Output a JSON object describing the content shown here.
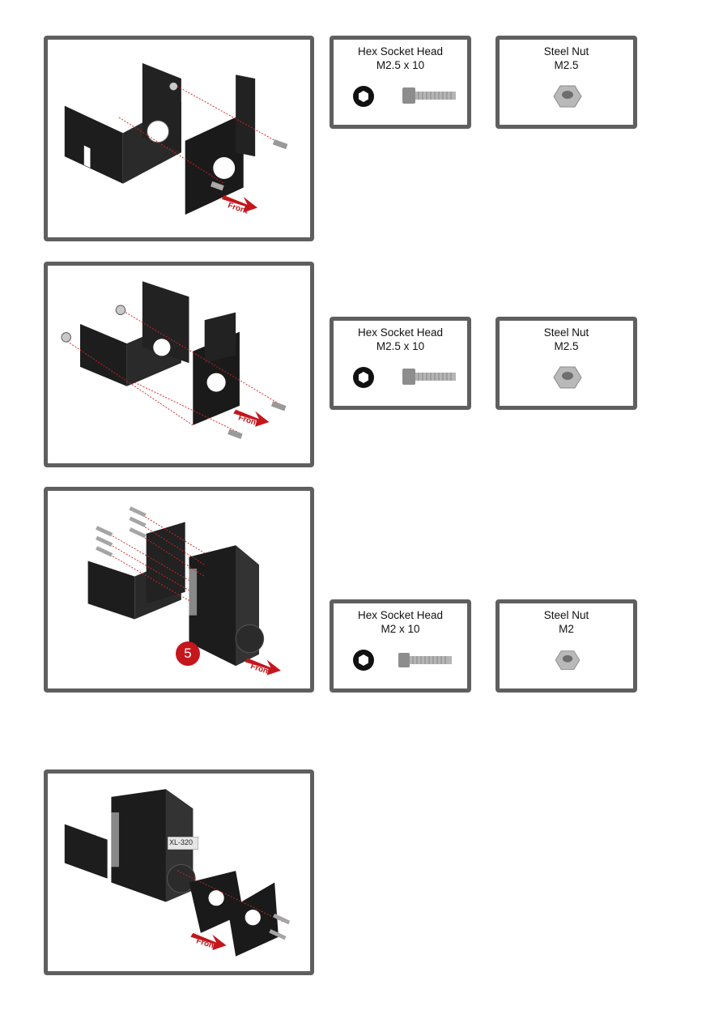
{
  "steps": [
    {
      "front_label": "Front",
      "parts": [
        {
          "name_line1": "Hex Socket Head",
          "name_line2": "M2.5 x 10",
          "icon": "hex-bolt-icon"
        },
        {
          "name_line1": "Steel Nut",
          "name_line2": "M2.5",
          "icon": "hex-nut-icon"
        }
      ]
    },
    {
      "front_label": "Front",
      "parts": [
        {
          "name_line1": "Hex Socket Head",
          "name_line2": "M2.5 x 10",
          "icon": "hex-bolt-icon"
        },
        {
          "name_line1": "Steel Nut",
          "name_line2": "M2.5",
          "icon": "hex-nut-icon"
        }
      ]
    },
    {
      "front_label": "Front",
      "step_number": "5",
      "parts": [
        {
          "name_line1": "Hex Socket Head",
          "name_line2": "M2 x 10",
          "icon": "hex-bolt-icon"
        },
        {
          "name_line1": "Steel Nut",
          "name_line2": "M2",
          "icon": "hex-nut-icon"
        }
      ]
    },
    {
      "front_label": "Front",
      "servo_label": "XL-320"
    }
  ],
  "colors": {
    "frame_border": "#5f5f5f",
    "accent_red": "#c4161c",
    "part_black": "#1d1d1d"
  }
}
